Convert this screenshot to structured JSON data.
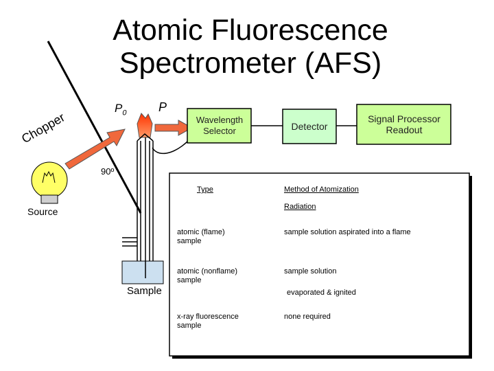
{
  "title": {
    "line1": "Atomic Fluorescence",
    "line2": "Spectrometer (AFS)"
  },
  "labels": {
    "p0_main": "P",
    "p0_sub": "0",
    "p": "P",
    "chopper": "Chopper",
    "angle": "90º",
    "source": "Source",
    "sample": "Sample"
  },
  "boxes": {
    "wavelength_selector": "Wavelength Selector",
    "detector": "Detector",
    "signal_processor": "Signal Processor Readout"
  },
  "table": {
    "header_type": "Type",
    "header_method": "Method of Atomization",
    "header_radiation": "Radiation",
    "rows": [
      {
        "type": "atomic (flame) sample",
        "method": "sample solution aspirated into a flame"
      },
      {
        "type": "atomic (nonflame) sample",
        "method": "sample solution",
        "method2": "evaporated & ignited"
      },
      {
        "type": "x-ray fluorescence sample",
        "method": "none required"
      }
    ]
  },
  "colors": {
    "beam_arrow": "#f0683c",
    "bulb_fill": "#ffff66",
    "box_fill": "#ccff99",
    "detector_fill": "#ccffcc",
    "sample_fill": "#cce0f0"
  }
}
